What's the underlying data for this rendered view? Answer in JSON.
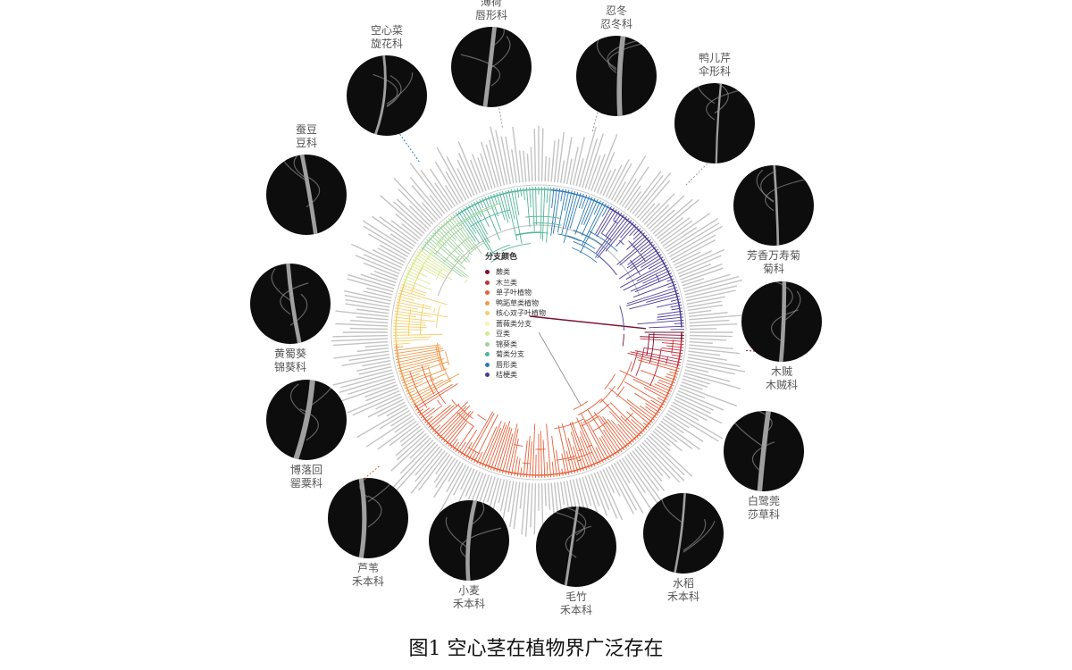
{
  "legend": {
    "title": "分支颜色",
    "items": [
      {
        "label": "蕨类",
        "color": "#7a1030"
      },
      {
        "label": "木兰类",
        "color": "#c0303f"
      },
      {
        "label": "单子叶植物",
        "color": "#e4603a"
      },
      {
        "label": "鸭跖草类植物",
        "color": "#f09a4a"
      },
      {
        "label": "核心双子叶植物",
        "color": "#f5cf6a"
      },
      {
        "label": "蔷薇类分支",
        "color": "#f5f3b5"
      },
      {
        "label": "豆类",
        "color": "#d8ea8e"
      },
      {
        "label": "锦葵类",
        "color": "#9fd39c"
      },
      {
        "label": "菊类分支",
        "color": "#52b59a"
      },
      {
        "label": "唇形类",
        "color": "#2f7ab5"
      },
      {
        "label": "桔梗类",
        "color": "#4b3d98"
      }
    ]
  },
  "specimens": [
    {
      "name": "空心菜",
      "family": "旋花科"
    },
    {
      "name": "薄荷",
      "family": "唇形科"
    },
    {
      "name": "忍冬",
      "family": "忍冬科"
    },
    {
      "name": "鸭儿芹",
      "family": "伞形科"
    },
    {
      "name": "芳香万寿菊",
      "family": "菊科"
    },
    {
      "name": "木贼",
      "family": "木贼科"
    },
    {
      "name": "白鹭莞",
      "family": "莎草科"
    },
    {
      "name": "水稻",
      "family": "禾本科"
    },
    {
      "name": "毛竹",
      "family": "禾本科"
    },
    {
      "name": "小麦",
      "family": "禾本科"
    },
    {
      "name": "芦苇",
      "family": "禾本科"
    },
    {
      "name": "博落回",
      "family": "罂粟科"
    },
    {
      "name": "黄蜀葵",
      "family": "锦葵科"
    },
    {
      "name": "蚕豆",
      "family": "豆科"
    }
  ],
  "caption": "图1  空心茎在植物界广泛存在"
}
